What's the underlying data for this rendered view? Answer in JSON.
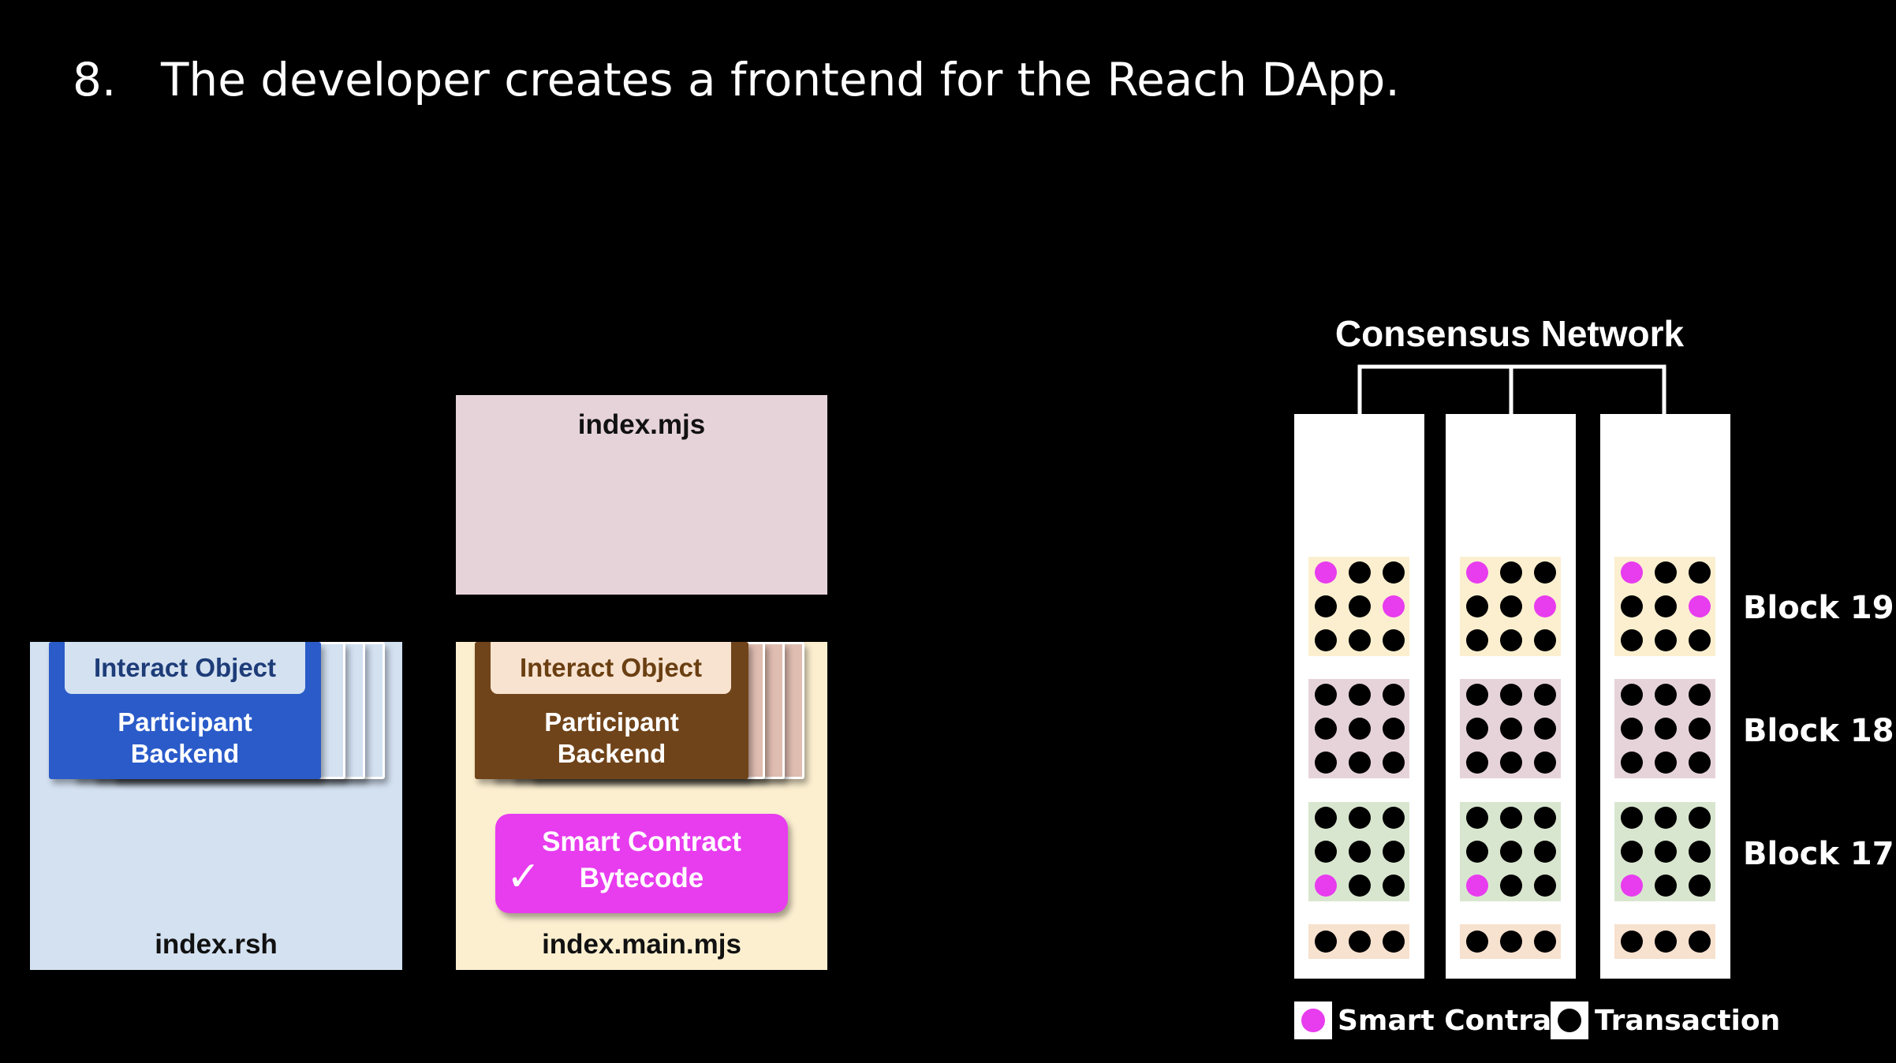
{
  "slide": {
    "step_number": "8.",
    "title": "The developer creates a frontend for the Reach DApp."
  },
  "files": {
    "frontend": {
      "label": "index.mjs"
    },
    "source": {
      "label": "index.rsh",
      "interact_object": "Interact Object",
      "participant_backend_line1": "Participant",
      "participant_backend_line2": "Backend"
    },
    "compiled": {
      "label": "index.main.mjs",
      "interact_object": "Interact Object",
      "participant_backend_line1": "Participant",
      "participant_backend_line2": "Backend",
      "smart_contract_line1": "Smart Contract",
      "smart_contract_line2": "Bytecode",
      "check_icon": "✓"
    }
  },
  "network": {
    "title": "Consensus Network",
    "nodes": 3,
    "blocks": [
      {
        "label": "Block 19",
        "color": "#fbefcf",
        "dots": [
          [
            "sc",
            "tx",
            "tx"
          ],
          [
            "tx",
            "tx",
            "sc"
          ],
          [
            "tx",
            "tx",
            "tx"
          ]
        ]
      },
      {
        "label": "Block 18",
        "color": "#e6d3da",
        "dots": [
          [
            "tx",
            "tx",
            "tx"
          ],
          [
            "tx",
            "tx",
            "tx"
          ],
          [
            "tx",
            "tx",
            "tx"
          ]
        ]
      },
      {
        "label": "Block 17",
        "color": "#d9e6cf",
        "dots": [
          [
            "tx",
            "tx",
            "tx"
          ],
          [
            "tx",
            "tx",
            "tx"
          ],
          [
            "sc",
            "tx",
            "tx"
          ]
        ]
      }
    ],
    "base_block": {
      "color": "#f7e1cf",
      "dots": [
        "tx",
        "tx",
        "tx"
      ]
    }
  },
  "legend": {
    "smart_contract": "Smart Contract",
    "transaction": "Transaction"
  },
  "colors": {
    "background": "#000000",
    "smart_contract_dot": "#e83cef",
    "transaction_dot": "#000000",
    "rsh_bg": "#d3e1f1",
    "rsh_backend": "#2a5bc9",
    "rsh_tab": "#d3e1f1",
    "rsh_tab_text": "#1d3c78",
    "mjs_bg": "#e6d3da",
    "main_bg": "#fcefd0",
    "main_backend": "#70441a",
    "main_tab": "#f8e3d0",
    "main_tab_text": "#6a3f12",
    "smart_contract_button": "#e83cef"
  }
}
